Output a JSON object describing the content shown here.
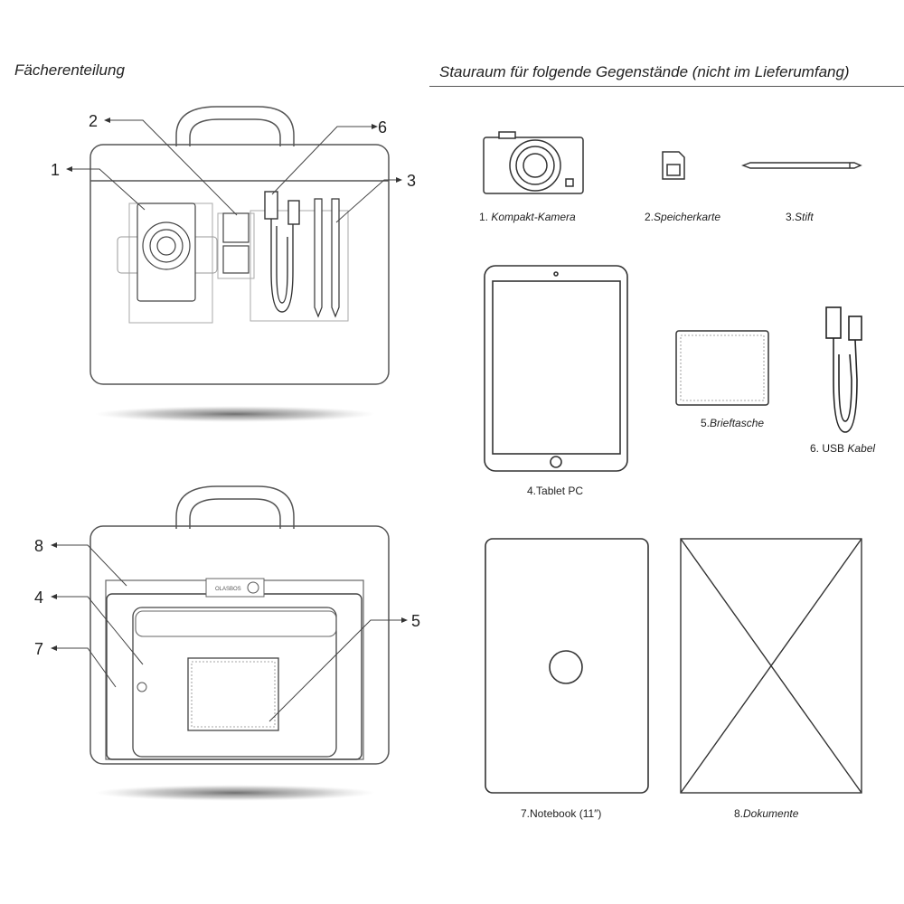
{
  "headings": {
    "left": "Fächerenteilung",
    "right": "Stauraum für folgende Gegenstände (nicht im Lieferumfang)"
  },
  "callouts": [
    "1",
    "2",
    "3",
    "4",
    "5",
    "6",
    "7",
    "8"
  ],
  "items": [
    {
      "num": "1.",
      "label": "Kompakt-Kamera"
    },
    {
      "num": "2.",
      "label": "Speicherkarte"
    },
    {
      "num": "3.",
      "label": "Stift"
    },
    {
      "num": "4.",
      "label": "Tablet PC"
    },
    {
      "num": "5.",
      "label": "Brieftasche"
    },
    {
      "num": "6.",
      "label": "USB",
      "label_italic": "Kabel"
    },
    {
      "num": "7.",
      "label": "Notebook (11″)"
    },
    {
      "num": "8.",
      "label": "Dokumente"
    }
  ],
  "tag_text": "OLASBOS",
  "colors": {
    "stroke": "#555555",
    "shadow": "#7a7a7a"
  }
}
